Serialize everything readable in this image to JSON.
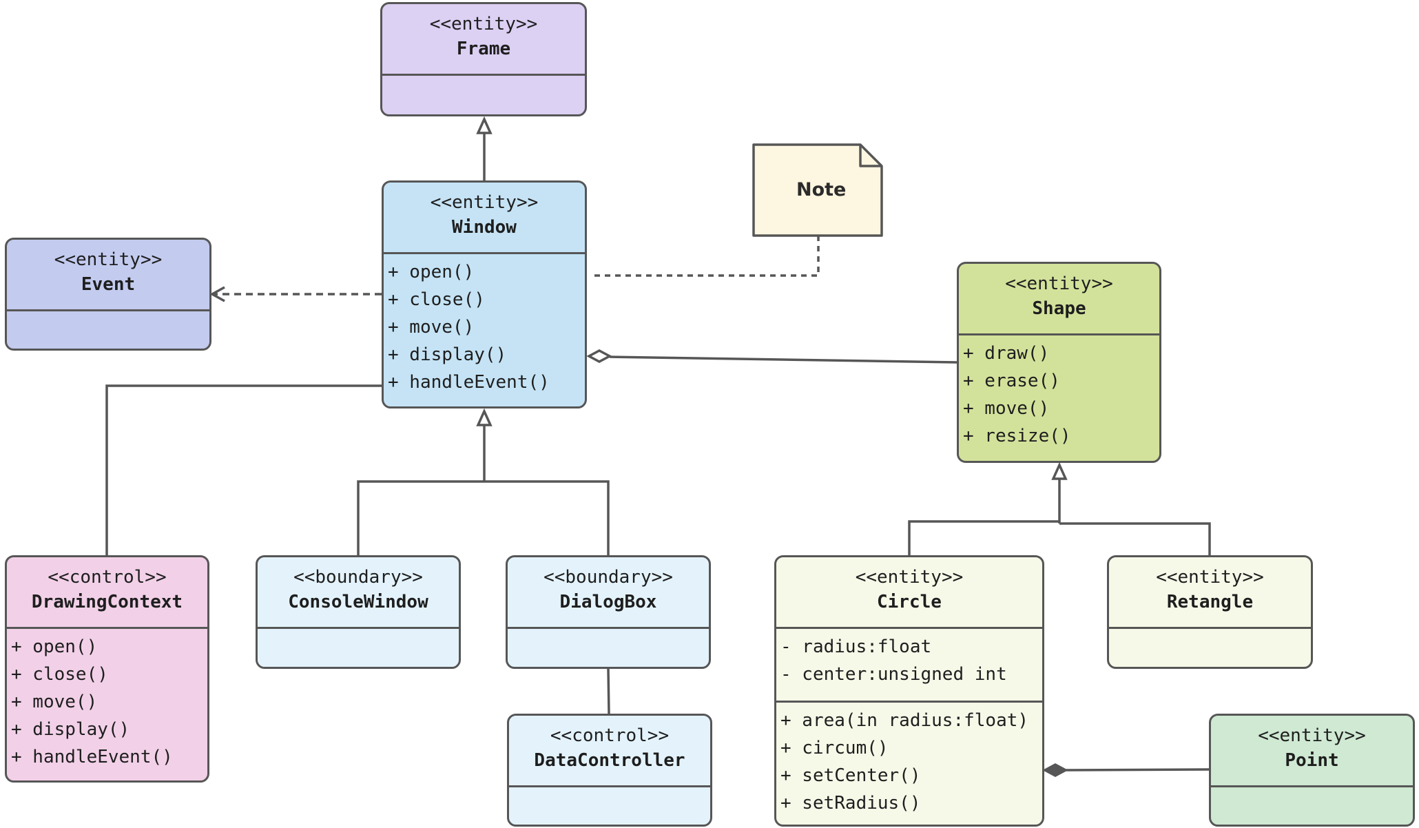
{
  "palette": {
    "stroke": "#565656",
    "frame": "#dcd0f3",
    "window": "#c5e3f5",
    "event": "#c3cbef",
    "shape": "#d3e29b",
    "drawing_context": "#f2d1e8",
    "boundary": "#e4f3fb",
    "shape_child": "#f6f9e8",
    "point": "#cfe9d3",
    "note": "#fdf6e0"
  },
  "classes": {
    "frame": {
      "stereotype": "<<entity>>",
      "name": "Frame",
      "operations": []
    },
    "window": {
      "stereotype": "<<entity>>",
      "name": "Window",
      "operations": [
        "+ open()",
        "+ close()",
        "+ move()",
        "+ display()",
        "+ handleEvent()"
      ]
    },
    "event": {
      "stereotype": "<<entity>>",
      "name": "Event",
      "operations": []
    },
    "shape": {
      "stereotype": "<<entity>>",
      "name": "Shape",
      "operations": [
        "+ draw()",
        "+ erase()",
        "+ move()",
        "+ resize()"
      ]
    },
    "drawing_context": {
      "stereotype": "<<control>>",
      "name": "DrawingContext",
      "operations": [
        "+ open()",
        "+ close()",
        "+ move()",
        "+ display()",
        "+ handleEvent()"
      ]
    },
    "console_window": {
      "stereotype": "<<boundary>>",
      "name": "ConsoleWindow",
      "operations": []
    },
    "dialog_box": {
      "stereotype": "<<boundary>>",
      "name": "DialogBox",
      "operations": []
    },
    "data_controller": {
      "stereotype": "<<control>>",
      "name": "DataController",
      "operations": []
    },
    "circle": {
      "stereotype": "<<entity>>",
      "name": "Circle",
      "attributes": [
        "- radius:float",
        "- center:unsigned int"
      ],
      "operations": [
        "+ area(in radius:float)",
        "+ circum()",
        "+ setCenter()",
        "+ setRadius()"
      ]
    },
    "retangle": {
      "stereotype": "<<entity>>",
      "name": "Retangle",
      "operations": []
    },
    "point": {
      "stereotype": "<<entity>>",
      "name": "Point",
      "operations": []
    }
  },
  "note": {
    "text": "Note"
  }
}
